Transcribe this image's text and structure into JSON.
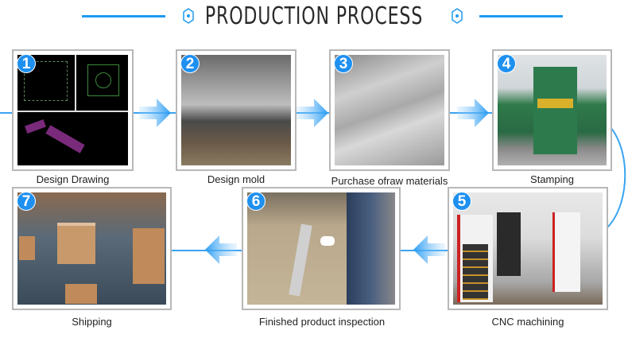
{
  "header": {
    "title": "PRODUCTION PROCESS",
    "accent": "#1e9bf0"
  },
  "steps": [
    {
      "num": "1",
      "label": "Design Drawing"
    },
    {
      "num": "2",
      "label": "Design mold"
    },
    {
      "num": "3",
      "label": "Purchase ofraw materials"
    },
    {
      "num": "4",
      "label": "Stamping"
    },
    {
      "num": "5",
      "label": "CNC machining"
    },
    {
      "num": "6",
      "label": "Finished product inspection"
    },
    {
      "num": "7",
      "label": "Shipping"
    }
  ]
}
